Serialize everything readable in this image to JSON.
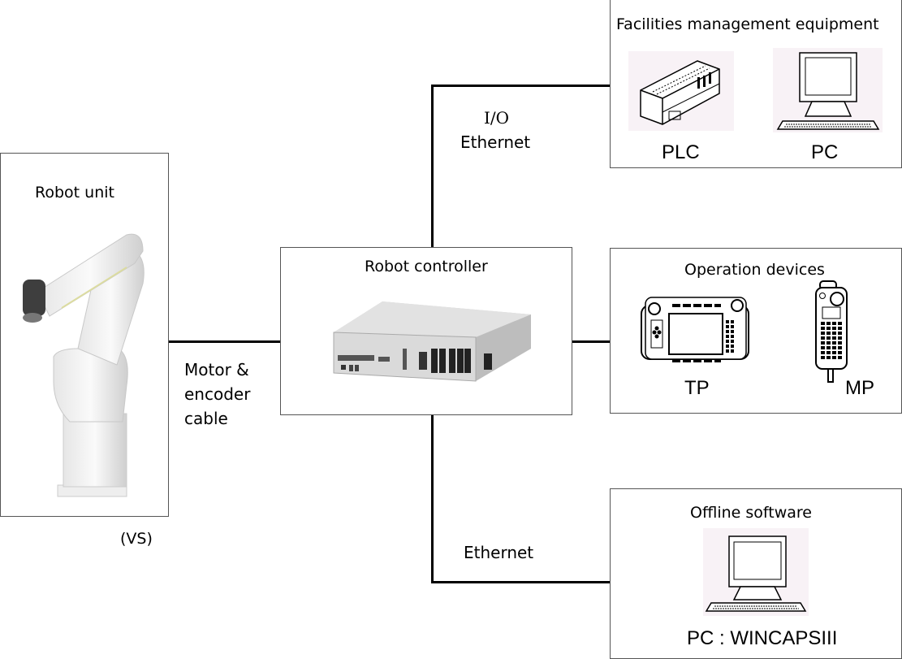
{
  "robot_unit": {
    "title": "Robot unit",
    "model": "(VS)",
    "icon": "robot-arm-icon"
  },
  "controller": {
    "title": "Robot controller",
    "icon": "controller-hardware-icon"
  },
  "facilities": {
    "title": "Facilities management equipment",
    "devices": [
      {
        "label": "PLC",
        "icon": "plc-icon"
      },
      {
        "label": "PC",
        "icon": "desktop-pc-icon"
      }
    ]
  },
  "operation": {
    "title": "Operation devices",
    "devices": [
      {
        "label": "TP",
        "icon": "teach-pendant-icon"
      },
      {
        "label": "MP",
        "icon": "mini-pendant-icon"
      }
    ]
  },
  "offline": {
    "title": "Offline software",
    "device": {
      "label": "PC : WINCAPSIII",
      "icon": "desktop-pc-icon"
    }
  },
  "connections": {
    "robot_controller": [
      "Motor &",
      "encoder",
      "cable"
    ],
    "facilities": [
      "I/O",
      "Ethernet"
    ],
    "offline": "Ethernet"
  }
}
